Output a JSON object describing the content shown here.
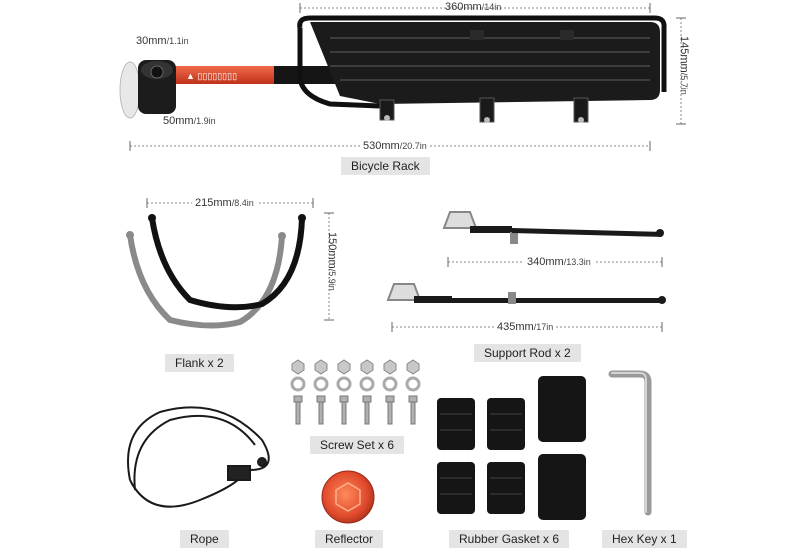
{
  "rack": {
    "label": "Bicycle Rack",
    "width_top": {
      "value": "360mm",
      "unit": "/14in"
    },
    "width_total": {
      "value": "530mm",
      "unit": "/20.7in"
    },
    "height": {
      "value": "145mm",
      "unit": "/5.7in"
    },
    "clamp_top": {
      "value": "30mm",
      "unit": "/1.1in"
    },
    "clamp_bottom": {
      "value": "50mm",
      "unit": "/1.9in"
    }
  },
  "flank": {
    "label": "Flank x 2",
    "width": {
      "value": "215mm",
      "unit": "/8.4in"
    },
    "height": {
      "value": "150mm",
      "unit": "/5.9in"
    }
  },
  "support_rod": {
    "label": "Support Rod x 2",
    "short": {
      "value": "340mm",
      "unit": "/13.3in"
    },
    "long": {
      "value": "435mm",
      "unit": "/17in"
    }
  },
  "parts": {
    "screw_set": "Screw Set x 6",
    "rope": "Rope",
    "reflector": "Reflector",
    "rubber_gasket": "Rubber Gasket x 6",
    "hex_key": "Hex Key x 1"
  },
  "colors": {
    "metal": "#1a1a1a",
    "grey_metal": "#8a8a8a",
    "reflector_red": "#e04a2c",
    "label_bg": "#e4e4e4"
  }
}
